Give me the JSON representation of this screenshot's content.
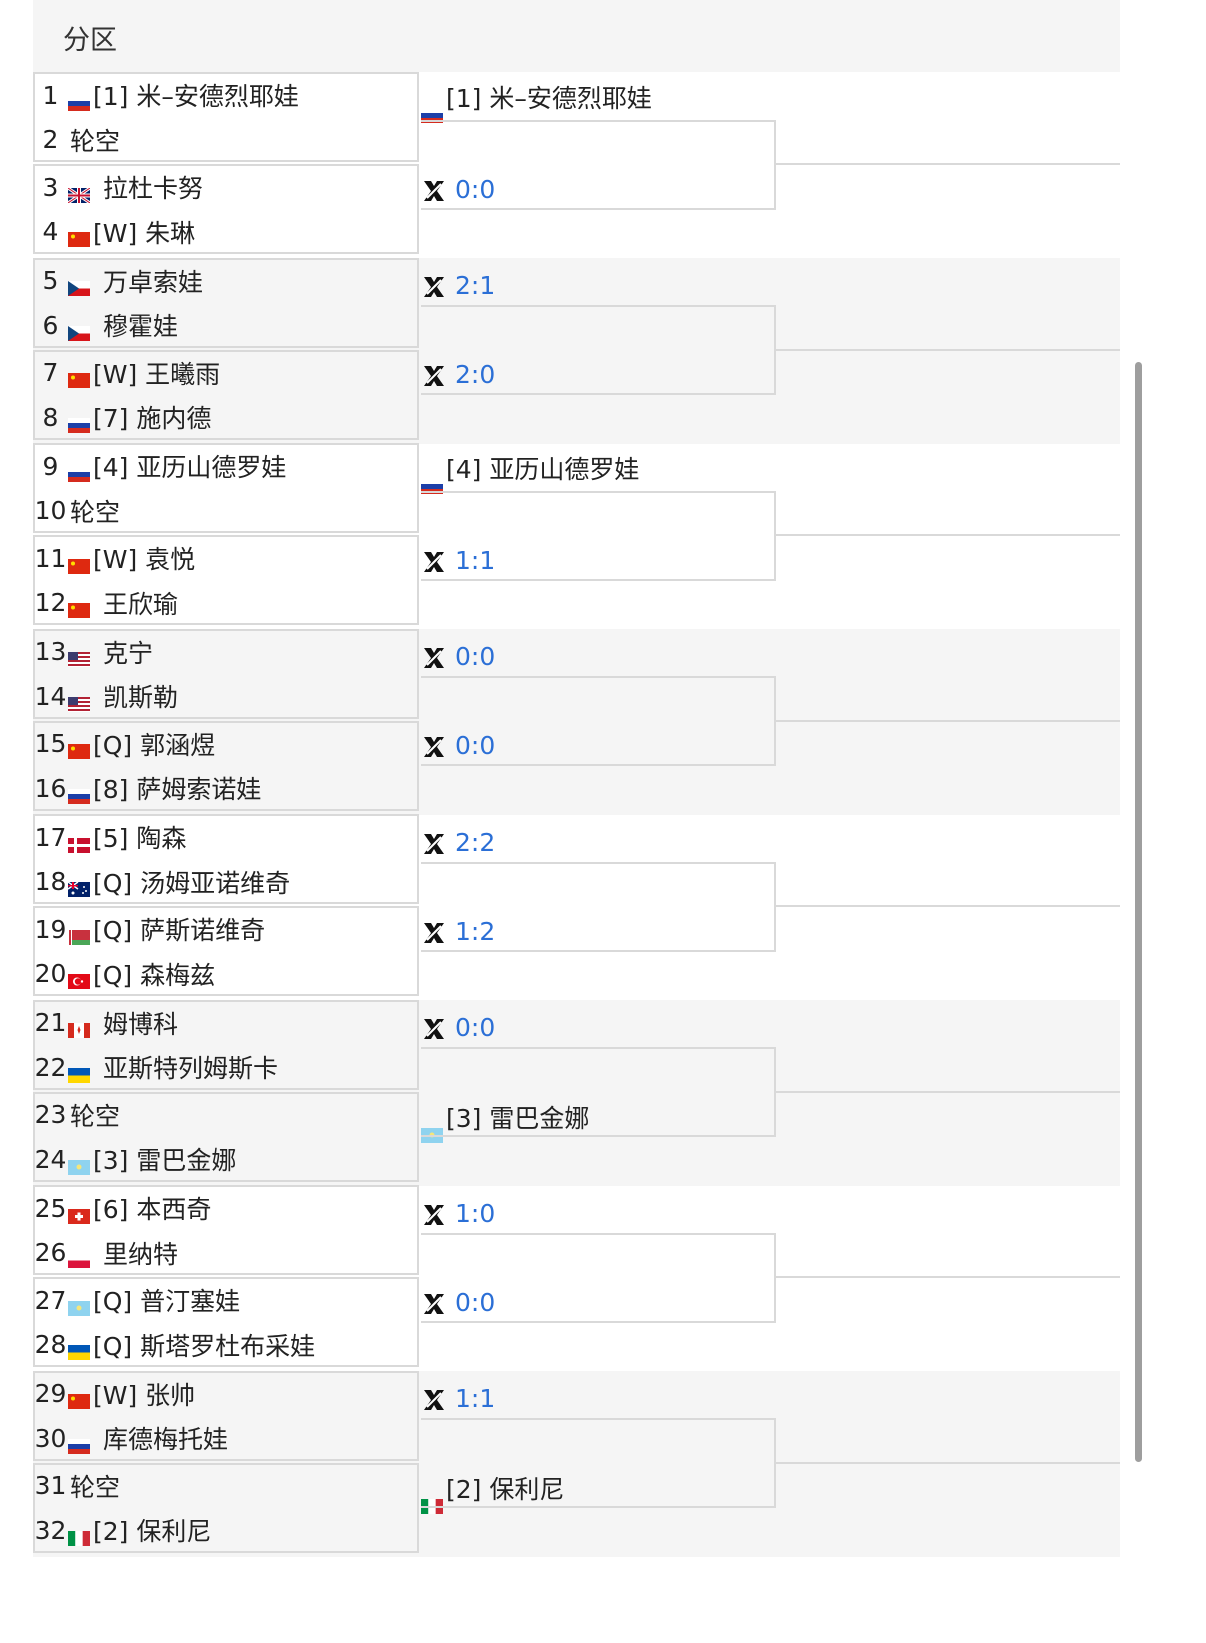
{
  "header": {
    "title": "分区"
  },
  "colors": {
    "score": "#2b6fd6",
    "border": "#d9d9d9",
    "shade": "#f5f5f5"
  },
  "round1": [
    {
      "num": "1",
      "flag": "ru",
      "name": "[1] 米–安德烈耶娃"
    },
    {
      "num": "2",
      "flag": "",
      "name": "轮空"
    },
    {
      "num": "3",
      "flag": "gb",
      "name": "拉杜卡努"
    },
    {
      "num": "4",
      "flag": "cn",
      "name": "[W] 朱琳"
    },
    {
      "num": "5",
      "flag": "cz",
      "name": "万卓索娃"
    },
    {
      "num": "6",
      "flag": "cz",
      "name": "穆霍娃"
    },
    {
      "num": "7",
      "flag": "cn",
      "name": "[W] 王曦雨"
    },
    {
      "num": "8",
      "flag": "ru",
      "name": "[7] 施内德"
    },
    {
      "num": "9",
      "flag": "ru",
      "name": "[4] 亚历山德罗娃"
    },
    {
      "num": "10",
      "flag": "",
      "name": "轮空"
    },
    {
      "num": "11",
      "flag": "cn",
      "name": "[W] 袁悦"
    },
    {
      "num": "12",
      "flag": "cn",
      "name": "王欣瑜"
    },
    {
      "num": "13",
      "flag": "us",
      "name": "克宁"
    },
    {
      "num": "14",
      "flag": "us",
      "name": "凯斯勒"
    },
    {
      "num": "15",
      "flag": "cn",
      "name": "[Q] 郭涵煜"
    },
    {
      "num": "16",
      "flag": "ru",
      "name": "[8] 萨姆索诺娃"
    },
    {
      "num": "17",
      "flag": "dk",
      "name": "[5] 陶森"
    },
    {
      "num": "18",
      "flag": "au",
      "name": "[Q] 汤姆亚诺维奇"
    },
    {
      "num": "19",
      "flag": "by",
      "name": "[Q] 萨斯诺维奇"
    },
    {
      "num": "20",
      "flag": "tr",
      "name": "[Q] 森梅兹"
    },
    {
      "num": "21",
      "flag": "ca",
      "name": "姆博科"
    },
    {
      "num": "22",
      "flag": "ua",
      "name": "亚斯特列姆斯卡"
    },
    {
      "num": "23",
      "flag": "",
      "name": "轮空"
    },
    {
      "num": "24",
      "flag": "kz",
      "name": "[3] 雷巴金娜"
    },
    {
      "num": "25",
      "flag": "ch",
      "name": "[6] 本西奇"
    },
    {
      "num": "26",
      "flag": "pl",
      "name": "里纳特"
    },
    {
      "num": "27",
      "flag": "kz",
      "name": "[Q] 普汀塞娃"
    },
    {
      "num": "28",
      "flag": "ua",
      "name": "[Q] 斯塔罗杜布采娃"
    },
    {
      "num": "29",
      "flag": "cn",
      "name": "[W] 张帅"
    },
    {
      "num": "30",
      "flag": "ru",
      "name": "库德梅托娃"
    },
    {
      "num": "31",
      "flag": "",
      "name": "轮空"
    },
    {
      "num": "32",
      "flag": "it",
      "name": "[2] 保利尼"
    }
  ],
  "round2": [
    {
      "type": "player",
      "flag": "ru",
      "text": "[1] 米–安德烈耶娃"
    },
    {
      "type": "score",
      "text": "0:0"
    },
    {
      "type": "score",
      "text": "2:1"
    },
    {
      "type": "score",
      "text": "2:0"
    },
    {
      "type": "player",
      "flag": "ru",
      "text": "[4] 亚历山德罗娃"
    },
    {
      "type": "score",
      "text": "1:1"
    },
    {
      "type": "score",
      "text": "0:0"
    },
    {
      "type": "score",
      "text": "0:0"
    },
    {
      "type": "score",
      "text": "2:2"
    },
    {
      "type": "score",
      "text": "1:2"
    },
    {
      "type": "score",
      "text": "0:0"
    },
    {
      "type": "player",
      "flag": "kz",
      "text": "[3] 雷巴金娜"
    },
    {
      "type": "score",
      "text": "1:0"
    },
    {
      "type": "score",
      "text": "0:0"
    },
    {
      "type": "score",
      "text": "1:1"
    },
    {
      "type": "player",
      "flag": "it",
      "text": "[2] 保利尼"
    }
  ]
}
